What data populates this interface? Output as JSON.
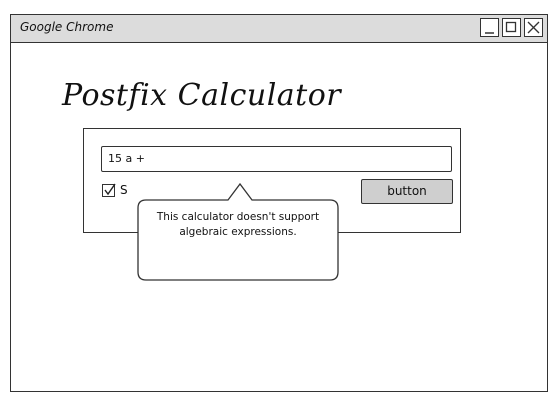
{
  "window": {
    "title": "Google Chrome",
    "controls": [
      "minimize-icon",
      "maximize-icon",
      "close-icon"
    ]
  },
  "app": {
    "title": "Postfix Calculator"
  },
  "expression_input": {
    "value": "15 a +"
  },
  "option": {
    "checked": true,
    "label": "S"
  },
  "action_button": {
    "label": "button"
  },
  "tooltip": {
    "message": "This calculator doesn't support algebraic expressions."
  }
}
